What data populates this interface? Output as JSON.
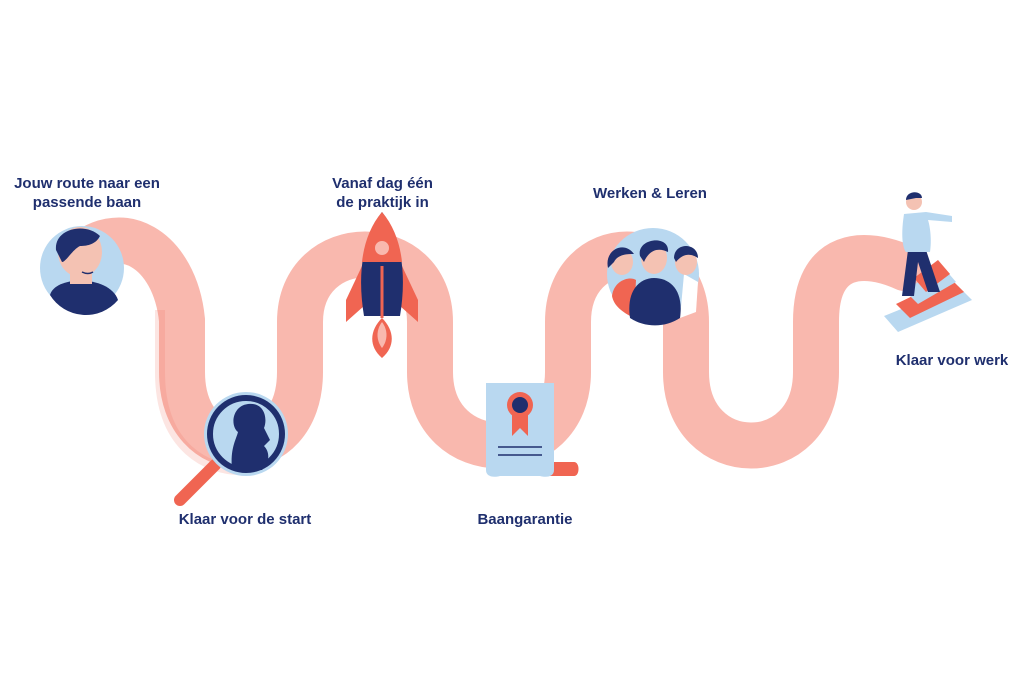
{
  "steps": [
    {
      "id": "start-route",
      "lines": [
        "Jouw route naar een",
        "passende baan"
      ],
      "icon": "person-portrait-icon"
    },
    {
      "id": "ready-for-start",
      "lines": [
        "Klaar voor de start"
      ],
      "icon": "magnifying-glass-icon"
    },
    {
      "id": "practice-day-one",
      "lines": [
        "Vanaf dag één",
        "de praktijk in"
      ],
      "icon": "rocket-icon"
    },
    {
      "id": "job-guarantee",
      "lines": [
        "Baangarantie"
      ],
      "icon": "certificate-icon"
    },
    {
      "id": "work-and-learn",
      "lines": [
        "Werken & Leren"
      ],
      "icon": "team-group-icon"
    },
    {
      "id": "ready-for-work",
      "lines": [
        "Klaar voor werk"
      ],
      "icon": "person-on-stairs-icon"
    }
  ],
  "colors": {
    "path": "#f9b8ae",
    "path_texture": "#ef6f5e",
    "navy": "#1f2f6e",
    "light_blue": "#b9d8f0",
    "coral": "#f06552",
    "skin": "#f4c2b3"
  }
}
